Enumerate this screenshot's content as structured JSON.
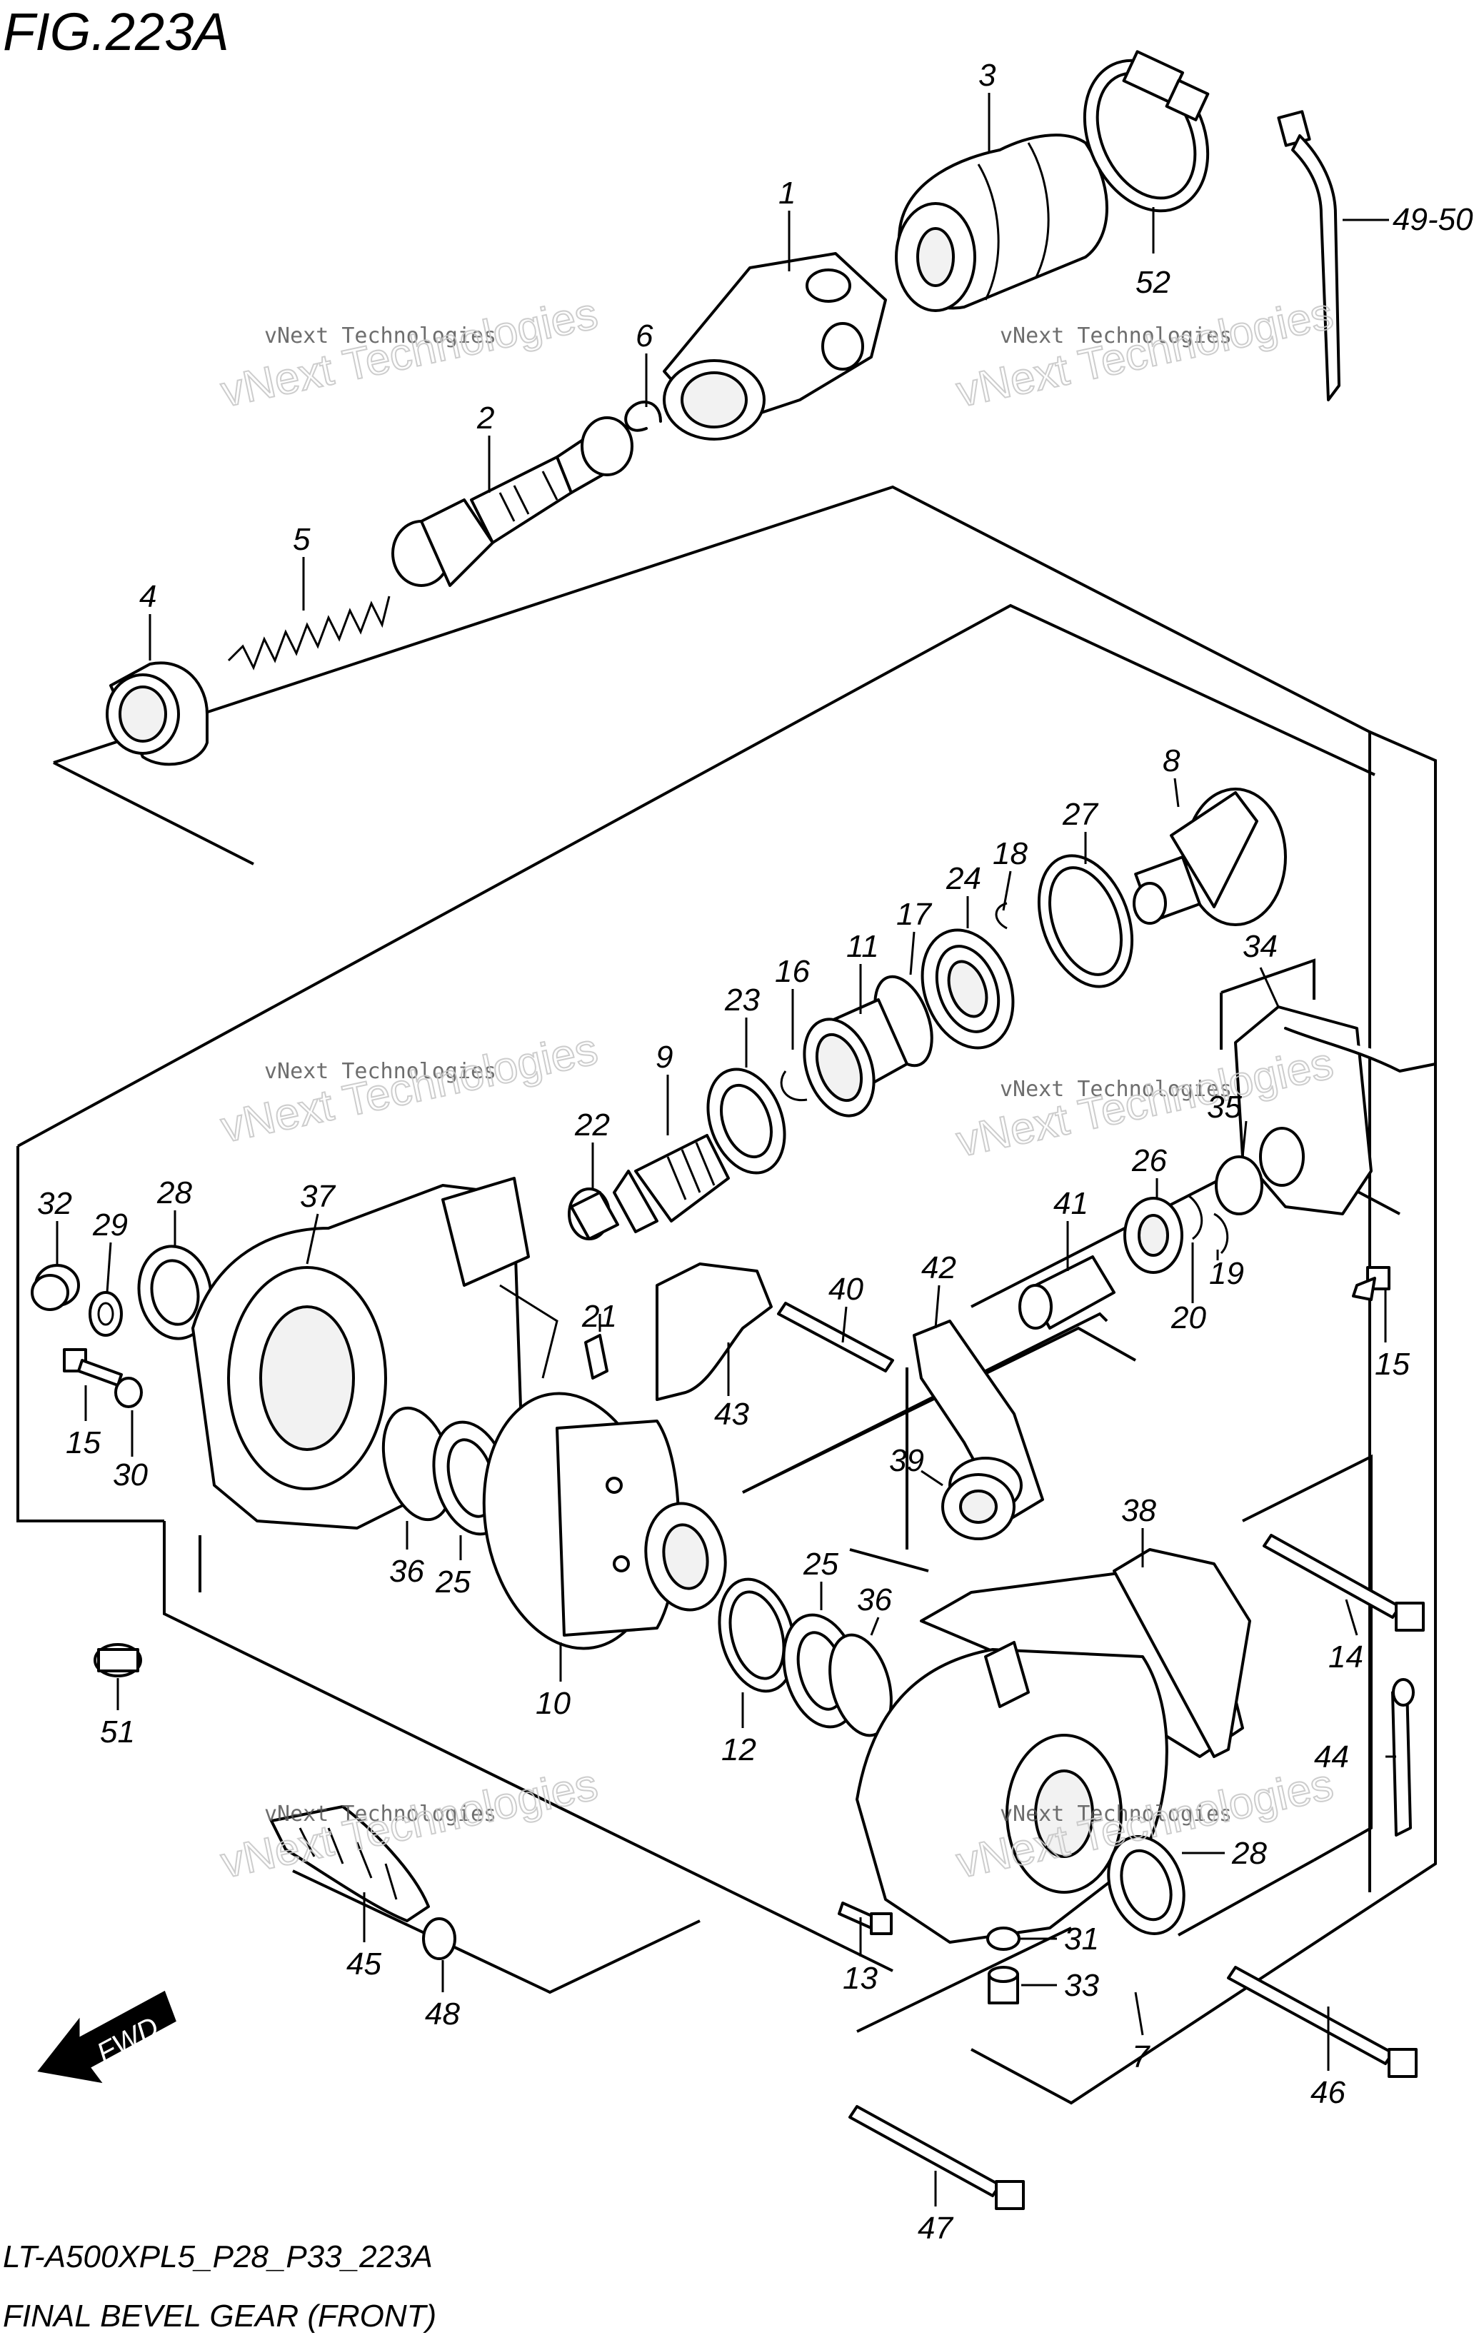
{
  "figure": {
    "title": "FIG.223A",
    "model_code": "LT-A500XPL5_P28_P33_223A",
    "caption": "FINAL BEVEL GEAR (FRONT)"
  },
  "watermark": {
    "small": "vNext Technologies",
    "large": "vNext Technologies"
  },
  "fwd_label": "FWD",
  "callouts": {
    "c1": "1",
    "c2": "2",
    "c3": "3",
    "c4": "4",
    "c5": "5",
    "c6": "6",
    "c7": "7",
    "c8": "8",
    "c9": "9",
    "c10": "10",
    "c11": "11",
    "c12": "12",
    "c13": "13",
    "c14": "14",
    "c15a": "15",
    "c15b": "15",
    "c16": "16",
    "c17": "17",
    "c18": "18",
    "c19": "19",
    "c20": "20",
    "c21": "21",
    "c22": "22",
    "c23": "23",
    "c24": "24",
    "c25a": "25",
    "c25b": "25",
    "c26": "26",
    "c27": "27",
    "c28a": "28",
    "c28b": "28",
    "c29": "29",
    "c30": "30",
    "c31": "31",
    "c32": "32",
    "c33": "33",
    "c34": "34",
    "c35": "35",
    "c36a": "36",
    "c36b": "36",
    "c37": "37",
    "c38": "38",
    "c39": "39",
    "c40": "40",
    "c41": "41",
    "c42": "42",
    "c43": "43",
    "c44": "44",
    "c45": "45",
    "c46": "46",
    "c47": "47",
    "c48": "48",
    "c4950": "49-50",
    "c51": "51",
    "c52": "52"
  }
}
